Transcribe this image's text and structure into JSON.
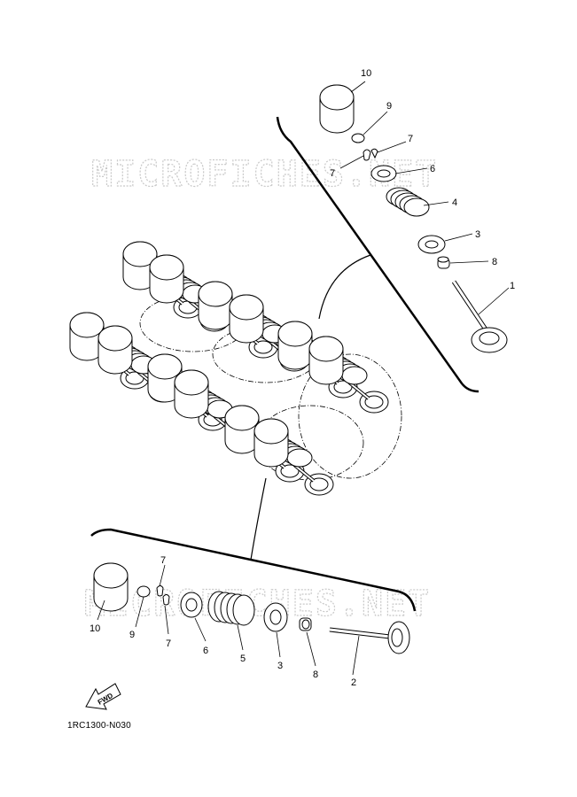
{
  "watermark": "MICROFICHES.NET",
  "diagram_code": "1RC1300-N030",
  "fwd_label": "FWD",
  "callouts": {
    "upper": {
      "c10": "10",
      "c9": "9",
      "c7a": "7",
      "c7b": "7",
      "c6": "6",
      "c4": "4",
      "c3": "3",
      "c8": "8",
      "c1": "1"
    },
    "lower": {
      "c7": "7",
      "c10": "10",
      "c9": "9",
      "c7b": "7",
      "c6": "6",
      "c5": "5",
      "c3": "3",
      "c8": "8",
      "c2": "2"
    }
  }
}
